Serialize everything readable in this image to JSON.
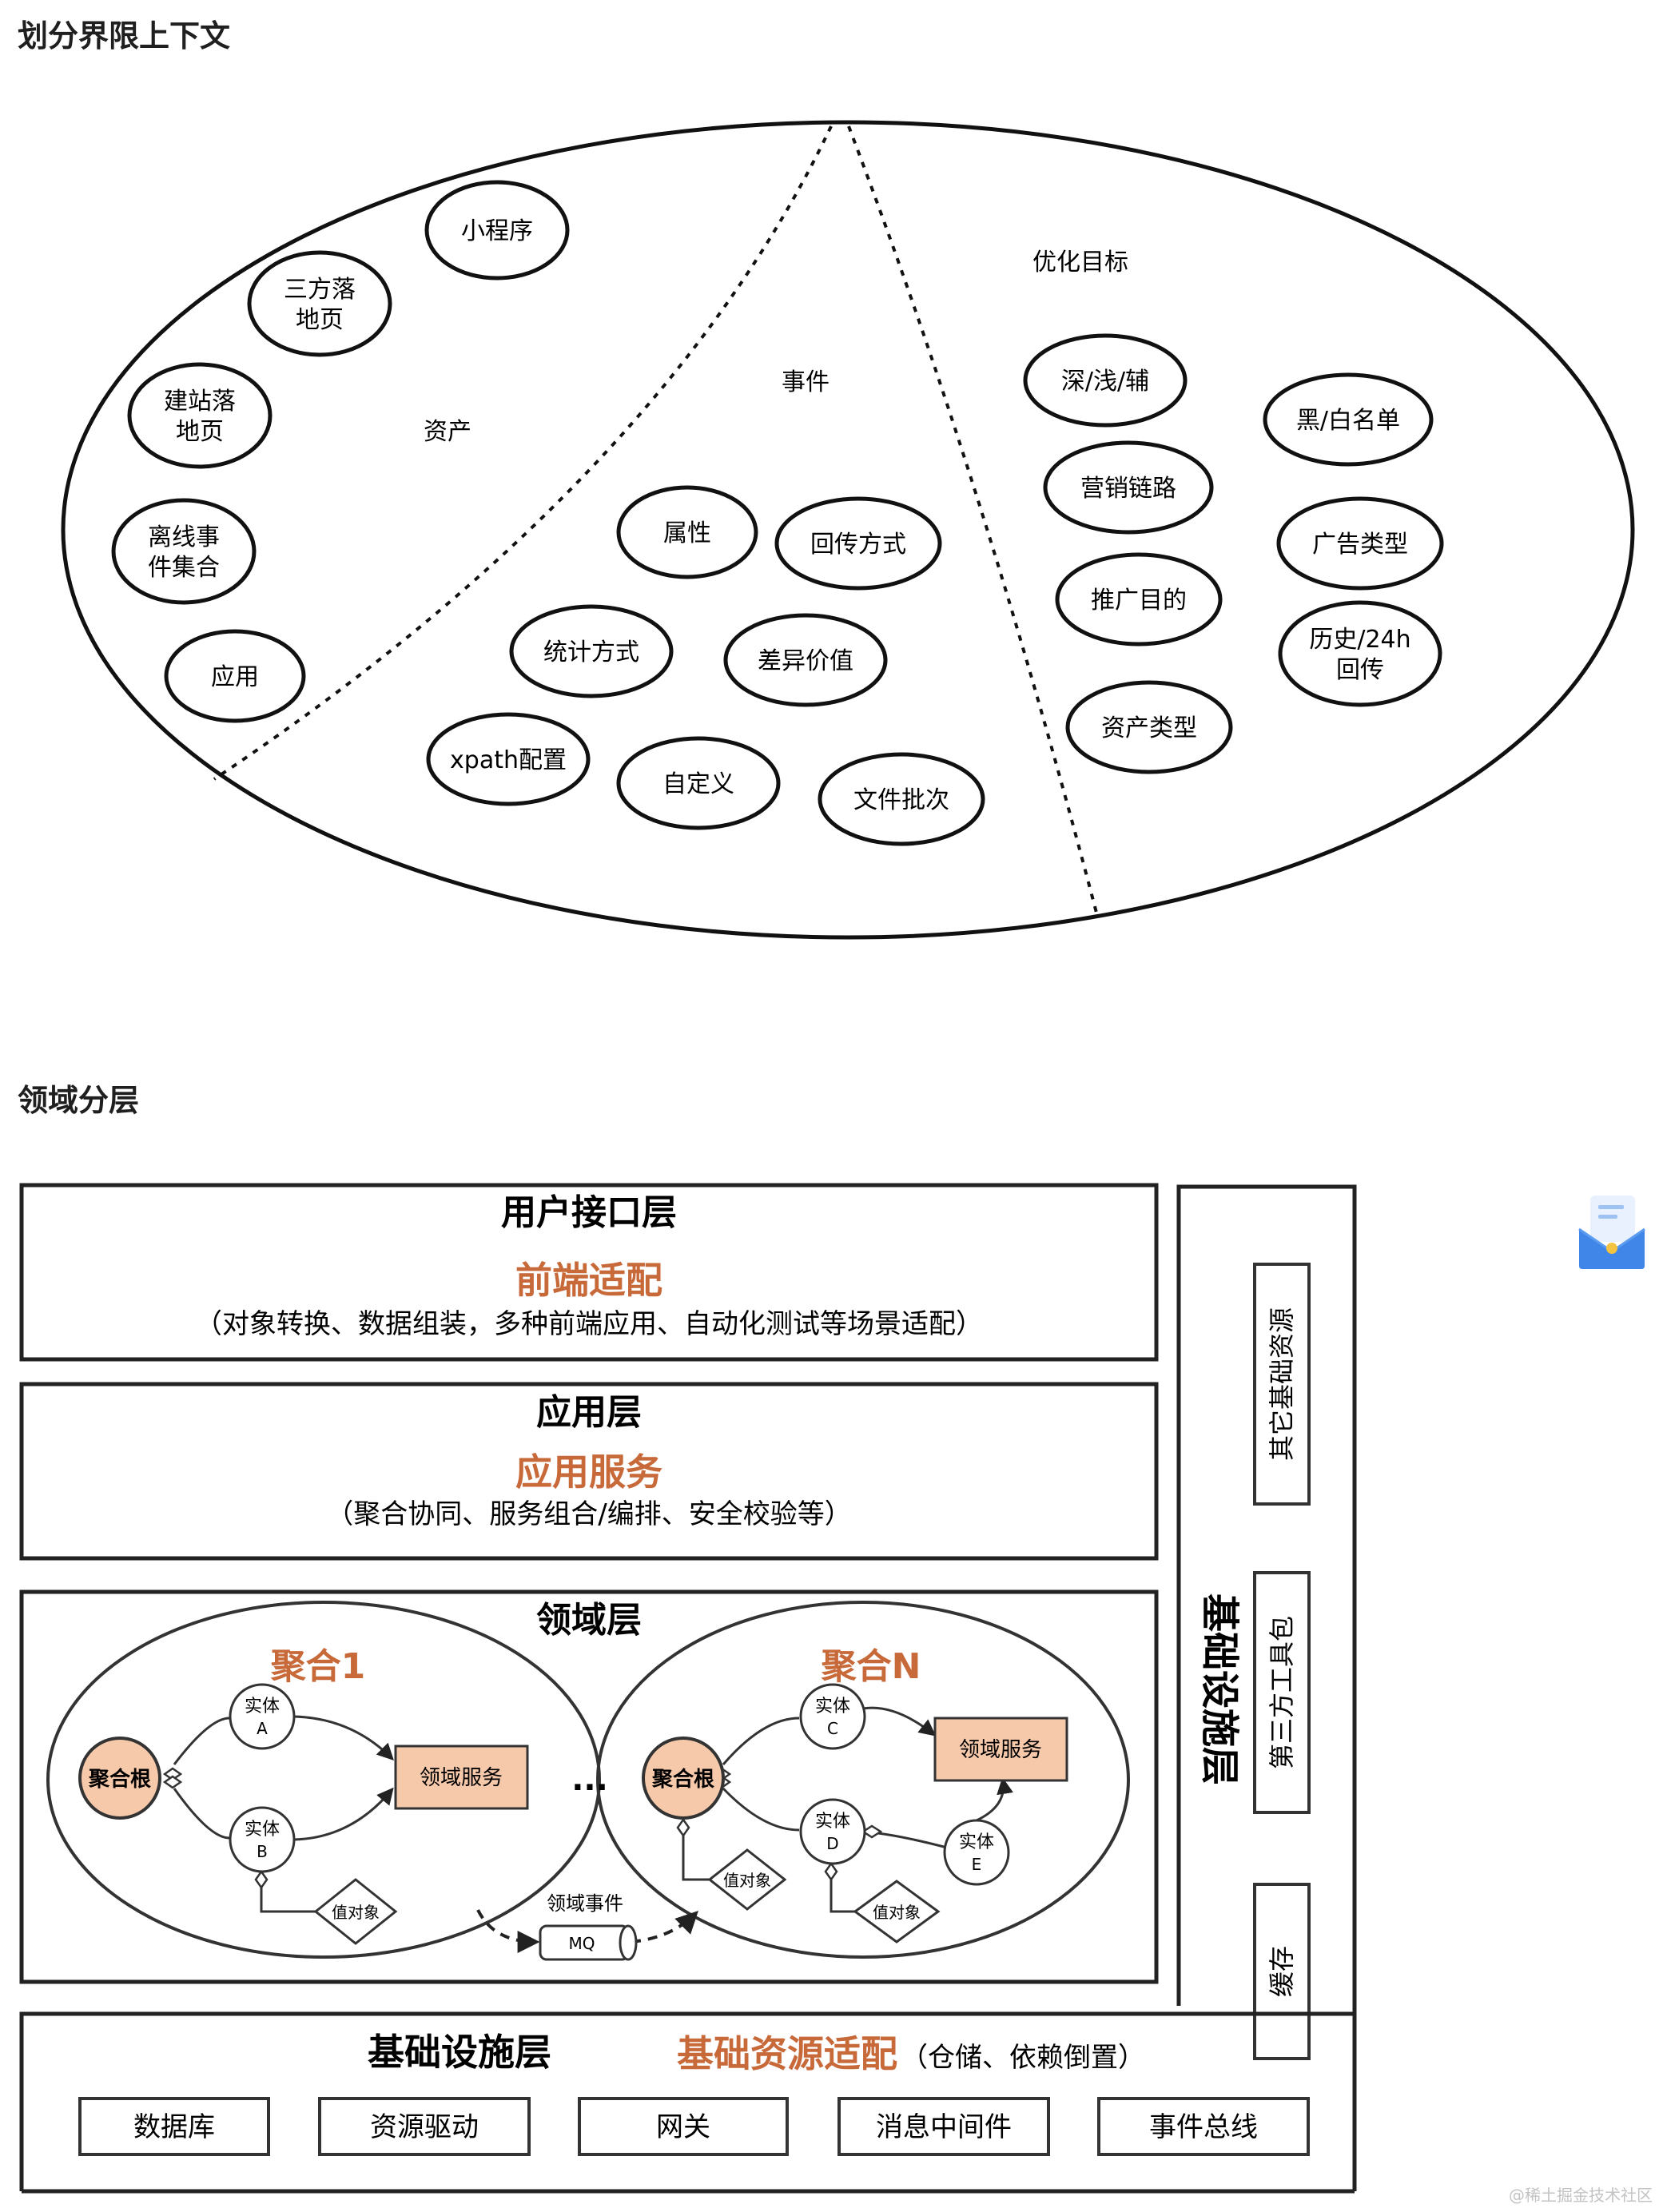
{
  "sections": {
    "context_title": "划分界限上下文",
    "domain_title": "领域分层"
  },
  "context_map": {
    "regions": {
      "asset": "资产",
      "event": "事件",
      "optimization": "优化目标"
    },
    "asset_items": [
      [
        "小程序"
      ],
      [
        "三方落",
        "地页"
      ],
      [
        "建站落",
        "地页"
      ],
      [
        "离线事",
        "件集合"
      ],
      [
        "应用"
      ]
    ],
    "event_items": [
      [
        "属性"
      ],
      [
        "回传方式"
      ],
      [
        "统计方式"
      ],
      [
        "差异价值"
      ],
      [
        "xpath配置"
      ],
      [
        "自定义"
      ],
      [
        "文件批次"
      ]
    ],
    "optimization_items": [
      [
        "深/浅/辅"
      ],
      [
        "营销链路"
      ],
      [
        "推广目的"
      ],
      [
        "资产类型"
      ],
      [
        "黑/白名单"
      ],
      [
        "广告类型"
      ],
      [
        "历史/24h",
        "回传"
      ]
    ]
  },
  "layers": {
    "ui": {
      "title": "用户接口层",
      "subtitle": "前端适配",
      "desc": "（对象转换、数据组装，多种前端应用、自动化测试等场景适配）"
    },
    "app": {
      "title": "应用层",
      "subtitle": "应用服务",
      "desc": "（聚合协同、服务组合/编排、安全校验等）"
    },
    "domain": {
      "title": "领域层",
      "aggregate1": {
        "title": "聚合1",
        "root": "聚合根",
        "entity_a": [
          "实体",
          "A"
        ],
        "entity_b": [
          "实体",
          "B"
        ],
        "service": "领域服务",
        "value_object": "值对象"
      },
      "aggregateN": {
        "title": "聚合N",
        "root": "聚合根",
        "entity_c": [
          "实体",
          "C"
        ],
        "entity_d": [
          "实体",
          "D"
        ],
        "entity_e": [
          "实体",
          "E"
        ],
        "service": "领域服务",
        "value_object_1": "值对象",
        "value_object_2": "值对象"
      },
      "ellipsis": "...",
      "domain_event": "领域事件",
      "mq": "MQ"
    },
    "infra": {
      "title": "基础设施层",
      "subtitle": "基础资源适配",
      "desc": "（仓储、依赖倒置）",
      "items": [
        "数据库",
        "资源驱动",
        "网关",
        "消息中间件",
        "事件总线"
      ]
    },
    "side": {
      "title": "基础设施层",
      "items": [
        "其它基础资源",
        "第三方工具包",
        "缓存"
      ]
    }
  },
  "colors": {
    "accent": "#c8693a",
    "peach": "#f6c9ab",
    "line": "#222222",
    "widget_blue": "#3f86e8"
  },
  "watermark": "@稀土掘金技术社区"
}
